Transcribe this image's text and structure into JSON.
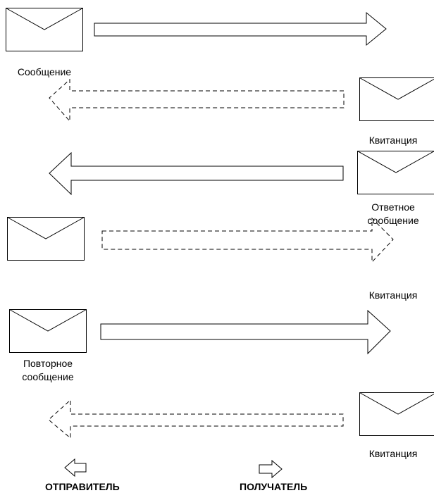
{
  "steps": [
    {
      "kind": "message",
      "direction": "to-recipient",
      "line": "solid",
      "label": "Сообщение"
    },
    {
      "kind": "receipt",
      "direction": "to-sender",
      "line": "dashed",
      "label": "Квитанция"
    },
    {
      "kind": "reply",
      "direction": "to-sender",
      "line": "solid",
      "label_line1": "Ответное",
      "label_line2": "сообщение"
    },
    {
      "kind": "receipt",
      "direction": "to-recipient",
      "line": "dashed",
      "label": "Квитанция"
    },
    {
      "kind": "resend",
      "direction": "to-recipient",
      "line": "solid",
      "label_line1": "Повторное",
      "label_line2": "сообщение"
    },
    {
      "kind": "receipt",
      "direction": "to-sender",
      "line": "dashed",
      "label": "Квитанция"
    }
  ],
  "legend": {
    "sender": "ОТПРАВИТЕЛЬ",
    "recipient": "ПОЛУЧАТЕЛЬ"
  },
  "colors": {
    "stroke": "#000000",
    "fill": "#ffffff"
  }
}
